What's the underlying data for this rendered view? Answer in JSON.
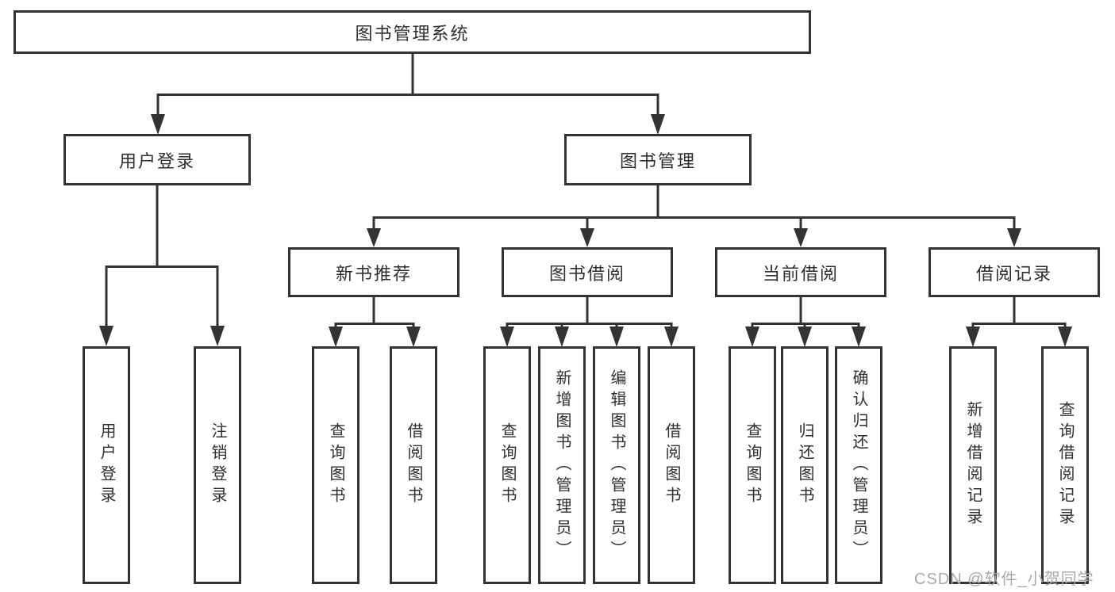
{
  "tree": {
    "label": "图书管理系统",
    "children": [
      {
        "label": "用户登录",
        "children": [
          {
            "label": "用户登录"
          },
          {
            "label": "注销登录"
          }
        ]
      },
      {
        "label": "图书管理",
        "children": [
          {
            "label": "新书推荐",
            "children": [
              {
                "label": "查询图书"
              },
              {
                "label": "借阅图书"
              }
            ]
          },
          {
            "label": "图书借阅",
            "children": [
              {
                "label": "查询图书"
              },
              {
                "label": "新增图书（管理员）"
              },
              {
                "label": "编辑图书（管理员）"
              },
              {
                "label": "借阅图书"
              }
            ]
          },
          {
            "label": "当前借阅",
            "children": [
              {
                "label": "查询图书"
              },
              {
                "label": "归还图书"
              },
              {
                "label": "确认归还（管理员）"
              }
            ]
          },
          {
            "label": "借阅记录",
            "children": [
              {
                "label": "新增借阅记录"
              },
              {
                "label": "查询借阅记录"
              }
            ]
          }
        ]
      }
    ]
  },
  "watermark": {
    "text": "CSDN @软件_小贺同学"
  },
  "colors": {
    "line": "#333333",
    "text": "#2f2f2f",
    "watermark": "#a9a9a9",
    "background": "#ffffff"
  }
}
